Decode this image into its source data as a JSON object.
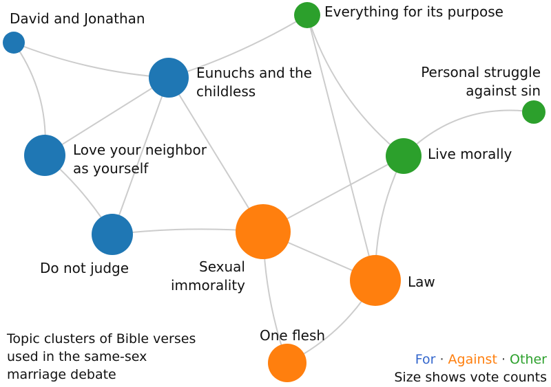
{
  "colors": {
    "for": "#1f77b4",
    "against": "#ff7f0e",
    "other": "#2ca02c",
    "edge": "#cccccc",
    "legend_for": "#3366cc",
    "legend_against": "#ff7f0e",
    "legend_other": "#2ca02c"
  },
  "nodes": [
    {
      "id": "david",
      "group": "for",
      "label_lines": [
        "David and Jonathan"
      ]
    },
    {
      "id": "eunuchs",
      "group": "for",
      "label_lines": [
        "Eunuchs and the",
        "childless"
      ]
    },
    {
      "id": "love",
      "group": "for",
      "label_lines": [
        "Love your neighbor",
        "as yourself"
      ]
    },
    {
      "id": "judge",
      "group": "for",
      "label_lines": [
        "Do not judge"
      ]
    },
    {
      "id": "everything",
      "group": "other",
      "label_lines": [
        "Everything for its purpose"
      ]
    },
    {
      "id": "struggle",
      "group": "other",
      "label_lines": [
        "Personal struggle",
        "against sin"
      ]
    },
    {
      "id": "morally",
      "group": "other",
      "label_lines": [
        "Live morally"
      ]
    },
    {
      "id": "immorality",
      "group": "against",
      "label_lines": [
        "Sexual",
        "immorality"
      ]
    },
    {
      "id": "law",
      "group": "against",
      "label_lines": [
        "Law"
      ]
    },
    {
      "id": "flesh",
      "group": "against",
      "label_lines": [
        "One flesh"
      ]
    }
  ],
  "edges": [
    [
      "david",
      "eunuchs"
    ],
    [
      "david",
      "love"
    ],
    [
      "eunuchs",
      "love"
    ],
    [
      "eunuchs",
      "judge"
    ],
    [
      "eunuchs",
      "immorality"
    ],
    [
      "eunuchs",
      "everything"
    ],
    [
      "love",
      "judge"
    ],
    [
      "judge",
      "immorality"
    ],
    [
      "everything",
      "morally"
    ],
    [
      "everything",
      "law"
    ],
    [
      "struggle",
      "morally"
    ],
    [
      "morally",
      "immorality"
    ],
    [
      "morally",
      "law"
    ],
    [
      "immorality",
      "law"
    ],
    [
      "immorality",
      "flesh"
    ],
    [
      "law",
      "flesh"
    ]
  ],
  "caption": {
    "line1": "Topic clusters of Bible verses",
    "line2": "used in the same-sex",
    "line3": "marriage debate"
  },
  "legend": {
    "for": "For",
    "against": "Against",
    "other": "Other",
    "separator": "·",
    "note": "Size shows vote counts"
  }
}
